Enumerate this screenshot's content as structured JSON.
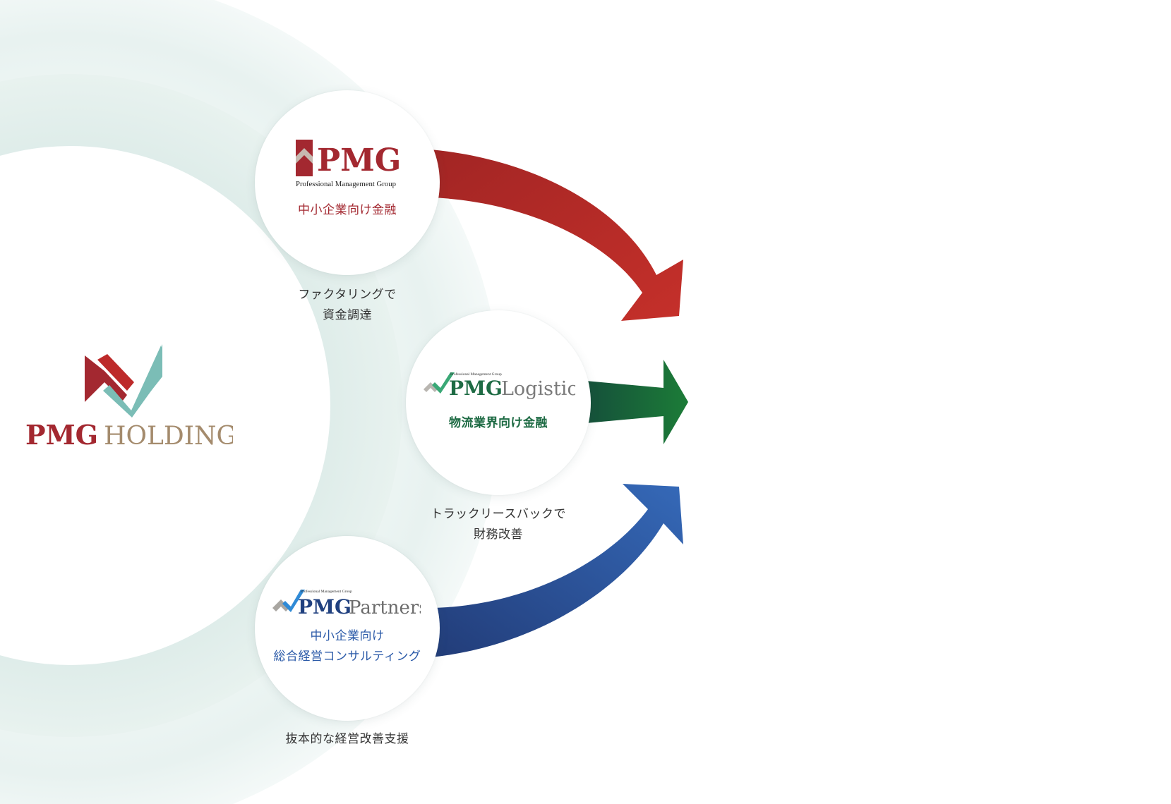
{
  "holdings": {
    "brand_main": "PMG",
    "brand_sub": "HOLDINGS",
    "colors": {
      "red": "#a32830",
      "teal": "#7bbdb6",
      "gold": "#a48b6d"
    }
  },
  "companies": [
    {
      "brand_main": "PMG",
      "brand_sub": "",
      "tagline": "Professional Management Group",
      "label_lines": [
        "中小企業向け金融"
      ],
      "caption_lines": [
        "ファクタリングで",
        "資金調達"
      ],
      "color": "#a32830",
      "arrow_colors": [
        "#a62626",
        "#c6302a"
      ]
    },
    {
      "brand_main": "PMG",
      "brand_sub": "Logistics",
      "tagline": "Professional Management Group",
      "label_lines": [
        "物流業界向け金融"
      ],
      "caption_lines": [
        "トラックリースバックで",
        "財務改善"
      ],
      "color": "#1e6b44",
      "arrow_colors": [
        "#15543a",
        "#1c7a3a"
      ]
    },
    {
      "brand_main": "PMG",
      "brand_sub": "Partners",
      "tagline": "Professional Management Group",
      "label_lines": [
        "中小企業向け",
        "総合経営コンサルティング"
      ],
      "caption_lines": [
        "抜本的な経営改善支援"
      ],
      "color": "#2b5aa8",
      "arrow_colors": [
        "#243f7c",
        "#3366b6"
      ]
    }
  ]
}
